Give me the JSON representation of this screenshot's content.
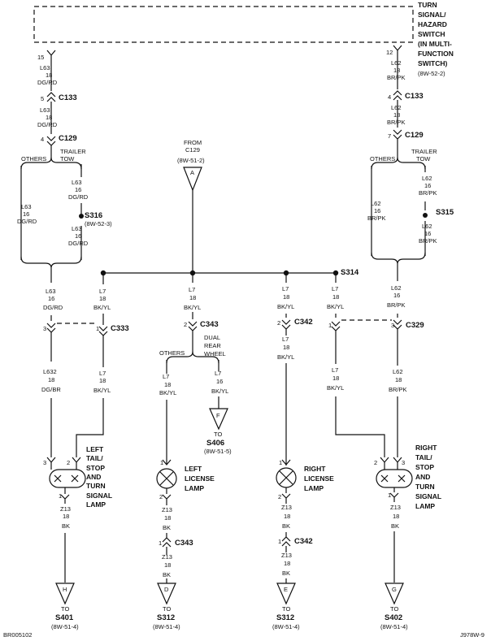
{
  "switch": {
    "lines": [
      "TURN",
      "SIGNAL/",
      "HAZARD",
      "SWITCH",
      "(IN MULTI-",
      "FUNCTION",
      "SWITCH)"
    ],
    "ref": "(8W-52-2)",
    "pin_left": "15",
    "pin_right": "12"
  },
  "left_feed": {
    "wire1": [
      "L63",
      "18",
      "DG/RD"
    ],
    "c133_pin": "5",
    "c133": "C133",
    "wire2": [
      "L63",
      "18",
      "DG/RD"
    ],
    "c129_pin": "4",
    "c129": "C129",
    "others": "OTHERS",
    "trailer": [
      "TRAILER",
      "TOW"
    ],
    "wire_tt1": [
      "L63",
      "16",
      "DG/RD"
    ],
    "splice": "S316",
    "splice_ref": "(8W-52-3)",
    "wire_tt2": [
      "L63",
      "16",
      "DG/RD"
    ],
    "wire_others": [
      "L63",
      "16",
      "DG/RD"
    ],
    "wire_out": [
      "L63",
      "16",
      "DG/RD"
    ]
  },
  "right_feed": {
    "wire1": [
      "L62",
      "18",
      "BR/PK"
    ],
    "c133_pin": "4",
    "c133": "C133",
    "wire2": [
      "L62",
      "18",
      "BR/PK"
    ],
    "c129_pin": "7",
    "c129": "C129",
    "others": "OTHERS",
    "trailer": [
      "TRAILER",
      "TOW"
    ],
    "wire_tt1": [
      "L62",
      "16",
      "BR/PK"
    ],
    "splice": "S315",
    "wire_tt2": [
      "L62",
      "16",
      "BR/PK"
    ],
    "wire_others": [
      "L62",
      "16",
      "BR/PK"
    ],
    "wire_out": [
      "L62",
      "16",
      "BR/PK"
    ]
  },
  "from_a": {
    "from": "FROM",
    "conn": "C129",
    "ref": "(8W-51-2)",
    "letter": "A"
  },
  "bus": {
    "splice": "S314"
  },
  "c333": {
    "name": "C333",
    "pin_l": "3",
    "pin_r": "1",
    "wire_l": [
      "L632",
      "18",
      "DG/BR"
    ],
    "wire_r": [
      "L7",
      "18",
      "BK/YL"
    ],
    "wire_r_top": [
      "L7",
      "18",
      "BK/YL"
    ]
  },
  "c329": {
    "name": "C329",
    "pin_l": "1",
    "pin_r": "3",
    "wire_l": [
      "L7",
      "18",
      "BK/YL"
    ],
    "wire_r": [
      "L62",
      "18",
      "BR/PK"
    ],
    "wire_l_top": [
      "L7",
      "18",
      "BK/YL"
    ]
  },
  "c343": {
    "name": "C343",
    "pin": "2",
    "wire_top": [
      "L7",
      "18",
      "BK/YL"
    ],
    "others": "OTHERS",
    "dual": [
      "DUAL",
      "REAR",
      "WHEEL"
    ],
    "wire_l": [
      "L7",
      "18",
      "BK/YL"
    ],
    "wire_r": [
      "L7",
      "16",
      "BK/YL"
    ]
  },
  "c342": {
    "name": "C342",
    "pin": "2",
    "wire_top": [
      "L7",
      "18",
      "BK/YL"
    ],
    "wire_bot": [
      "L7",
      "18",
      "BK/YL"
    ]
  },
  "s406": {
    "letter": "F",
    "to": "TO",
    "name": "S406",
    "ref": "(8W-51-5)"
  },
  "left_tail": {
    "label": [
      "LEFT",
      "TAIL/",
      "STOP",
      "AND",
      "TURN",
      "SIGNAL",
      "LAMP"
    ],
    "pin_l": "3",
    "pin_r": "2",
    "pin_gnd": "1",
    "ground": [
      "Z13",
      "18",
      "BK"
    ]
  },
  "right_tail": {
    "label": [
      "RIGHT",
      "TAIL/",
      "STOP",
      "AND",
      "TURN",
      "SIGNAL",
      "LAMP"
    ],
    "pin_l": "2",
    "pin_r": "3",
    "pin_gnd": "1",
    "ground": [
      "Z13",
      "18",
      "BK"
    ]
  },
  "left_license": {
    "label": [
      "LEFT",
      "LICENSE",
      "LAMP"
    ],
    "pin_top": "1",
    "pin_bot": "2",
    "ground1": [
      "Z13",
      "18",
      "BK"
    ],
    "conn": "C343",
    "conn_pin": "1",
    "ground2": [
      "Z13",
      "18",
      "BK"
    ]
  },
  "right_license": {
    "label": [
      "RIGHT",
      "LICENSE",
      "LAMP"
    ],
    "pin_top": "1",
    "pin_bot": "2",
    "ground1": [
      "Z13",
      "18",
      "BK"
    ],
    "conn": "C342",
    "conn_pin": "1",
    "ground2": [
      "Z13",
      "18",
      "BK"
    ]
  },
  "grounds": [
    {
      "letter": "H",
      "to": "TO",
      "name": "S401",
      "ref": "(8W-51-4)"
    },
    {
      "letter": "D",
      "to": "TO",
      "name": "S312",
      "ref": "(8W-51-4)"
    },
    {
      "letter": "E",
      "to": "TO",
      "name": "S312",
      "ref": "(8W-51-4)"
    },
    {
      "letter": "G",
      "to": "TO",
      "name": "S402",
      "ref": "(8W-51-4)"
    }
  ],
  "footer": {
    "left": "BR005102",
    "right": "J978W-9"
  }
}
